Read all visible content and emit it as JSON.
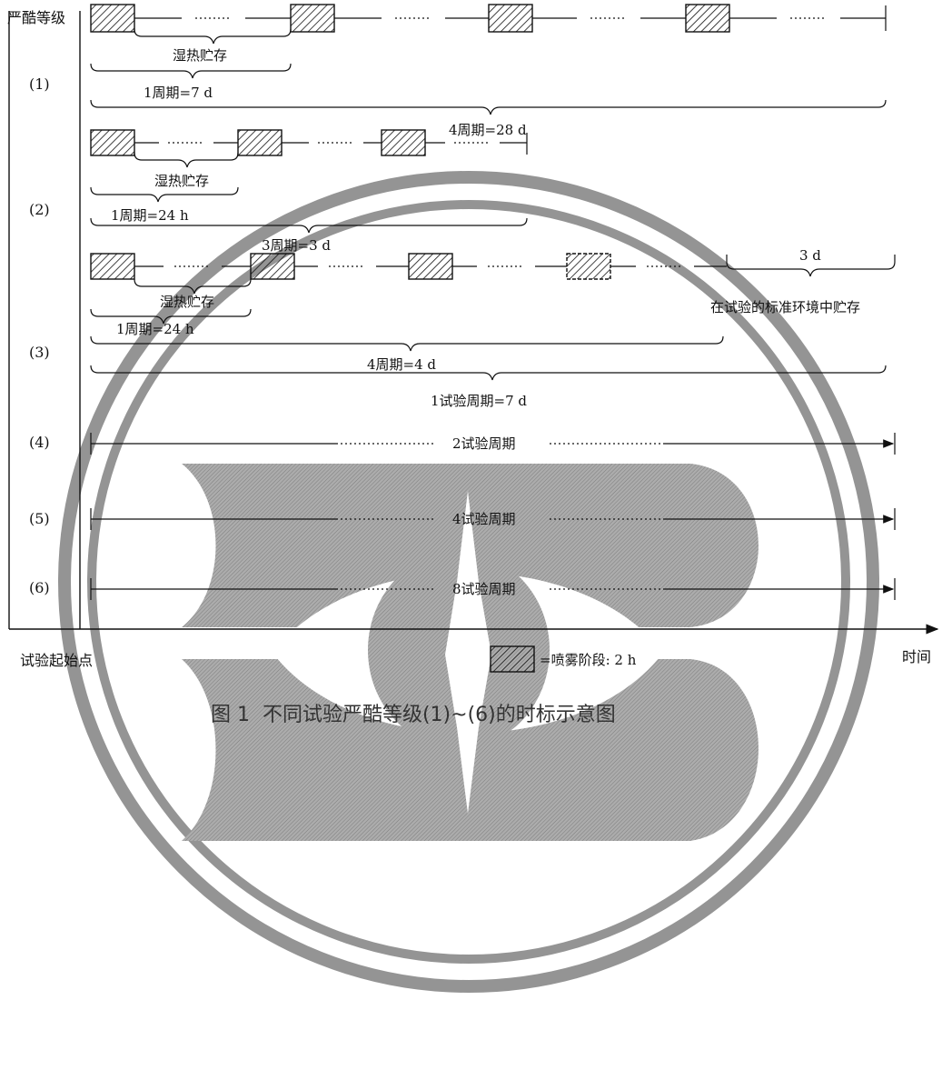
{
  "axis": {
    "y_title": "严酷等级",
    "x_title": "时间",
    "origin_label": "试验起始点"
  },
  "levels": [
    "(1)",
    "(2)",
    "(3)",
    "(4)",
    "(5)",
    "(6)"
  ],
  "level1": {
    "storage_label": "湿热贮存",
    "cycle_label": "1周期=7 d",
    "total_label": "4周期=28 d"
  },
  "level2": {
    "storage_label": "湿热贮存",
    "cycle_label": "1周期=24 h",
    "total_label": "3周期=3 d"
  },
  "level3": {
    "storage_label": "湿热贮存",
    "cycle_label": "1周期=24 h",
    "total_label": "4周期=4 d",
    "standard_duration": "3 d",
    "standard_label": "在试验的标准环境中贮存",
    "test_cycle_label": "1试验周期=7 d"
  },
  "level4": {
    "label": "2试验周期"
  },
  "level5": {
    "label": "4试验周期"
  },
  "level6": {
    "label": "8试验周期"
  },
  "legend": {
    "label": "=喷雾阶段: 2 h"
  },
  "caption": "图 1  不同试验严酷等级(1)~(6)的时标示意图",
  "colors": {
    "ink": "#111111",
    "watermark": "#8a8a8a"
  }
}
